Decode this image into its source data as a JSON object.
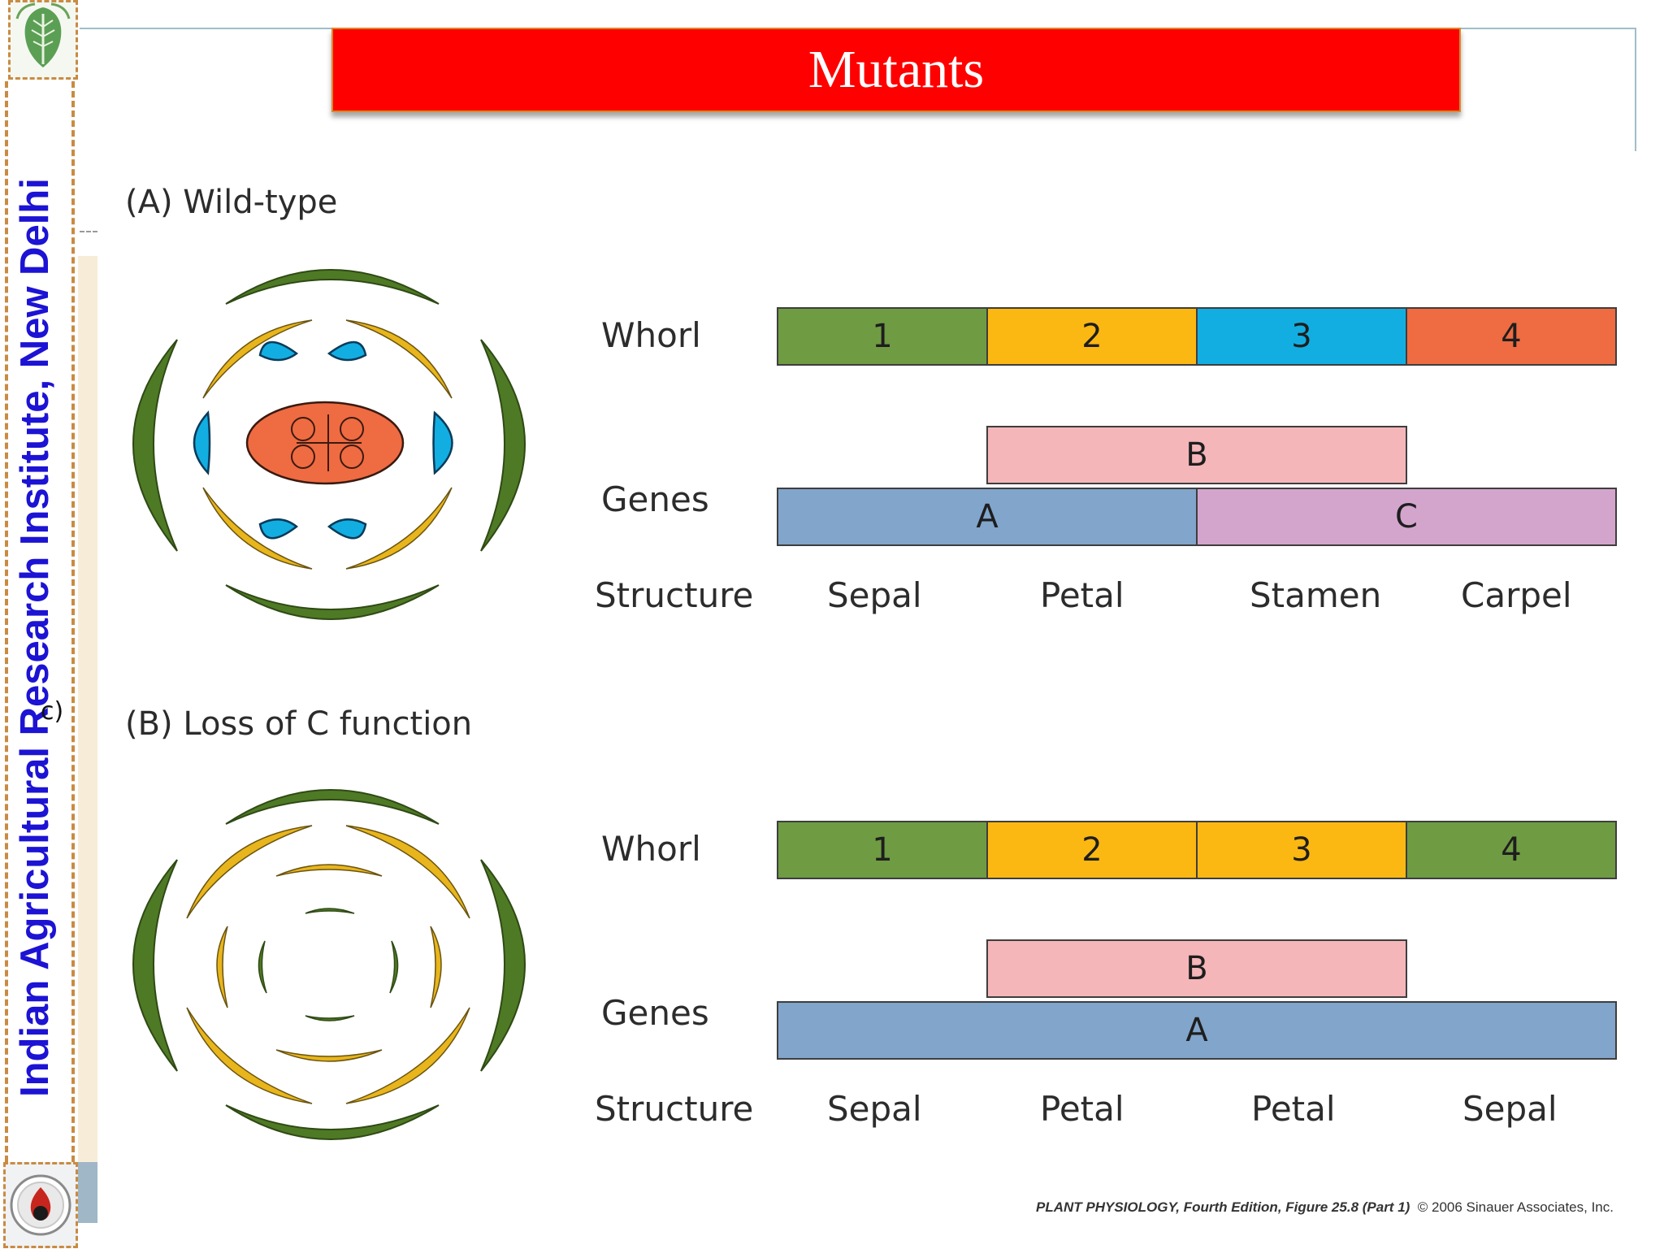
{
  "slide": {
    "title": "Mutants",
    "side_text": "Indian Agricultural Research Institute, New Delhi",
    "side_mark": "c)"
  },
  "panel_a": {
    "heading": "(A)  Wild-type",
    "whorl_label": "Whorl",
    "whorls": [
      {
        "label": "1",
        "color": "#6f9b43"
      },
      {
        "label": "2",
        "color": "#fbb812"
      },
      {
        "label": "3",
        "color": "#12aee2"
      },
      {
        "label": "4",
        "color": "#ef6b42"
      }
    ],
    "genes_label": "Genes",
    "gene_b": {
      "label": "B",
      "color": "#f5b6b9"
    },
    "gene_a": {
      "label": "A",
      "color": "#81a5cb"
    },
    "gene_c": {
      "label": "C",
      "color": "#d3a5cd"
    },
    "structure_label": "Structure",
    "structures": [
      "Sepal",
      "Petal",
      "Stamen",
      "Carpel"
    ]
  },
  "panel_b": {
    "heading": "(B)  Loss of C function",
    "whorl_label": "Whorl",
    "whorls": [
      {
        "label": "1",
        "color": "#6f9b43"
      },
      {
        "label": "2",
        "color": "#fbb812"
      },
      {
        "label": "3",
        "color": "#fbb812"
      },
      {
        "label": "4",
        "color": "#6f9b43"
      }
    ],
    "genes_label": "Genes",
    "gene_b": {
      "label": "B",
      "color": "#f5b6b9"
    },
    "gene_a": {
      "label": "A",
      "color": "#81a5cb"
    },
    "structure_label": "Structure",
    "structures": [
      "Sepal",
      "Petal",
      "Petal",
      "Sepal"
    ]
  },
  "credit": {
    "source": "PLANT PHYSIOLOGY, Fourth Edition, Figure 25.8 (Part 1)",
    "copyright": "© 2006 Sinauer Associates, Inc."
  },
  "colors": {
    "title_bar": "#ff0000",
    "side_text": "#1c13d4",
    "sepal_green": "#4f7a25",
    "petal_yellow": "#e8b51c",
    "stamen_blue": "#12aee2",
    "carpel_orange": "#ef6b42"
  }
}
